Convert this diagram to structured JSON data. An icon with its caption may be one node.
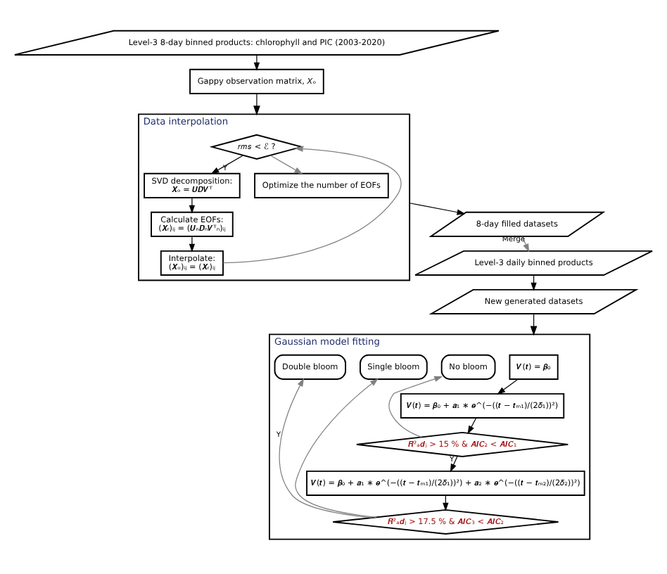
{
  "diagram": {
    "nodes": [
      {
        "text": [
          "Level-3 8-day binned products: chlorophyll and PIC (2003-2020)"
        ]
      },
      {
        "text": [
          "Gappy observation matrix, 𝑋ₒ"
        ]
      },
      {
        "text": [
          "Data interpolation"
        ]
      },
      {
        "text": [
          "𝑟𝑚𝑠 < ℰ ?"
        ],
        "in": 2
      },
      {
        "text": [
          "SVD decomposition:",
          "𝑿ₒ = 𝑼𝑫𝑽ᵀ"
        ],
        "in": 2
      },
      {
        "text": [
          "Calculate EOFs:",
          "(𝑿ᵣ)ᵢⱼ = (𝑼ₙ𝑫ₙ𝑽ᵀₙ)ᵢⱼ"
        ],
        "in": 2
      },
      {
        "text": [
          "Interpolate:",
          "(𝑿ₒ)ᵢⱼ = (𝑿ᵣ)ᵢⱼ"
        ],
        "in": 2
      },
      {
        "text": [
          "Optimize the number of EOFs"
        ],
        "in": 2
      },
      {
        "text": [
          "8-day filled datasets"
        ]
      },
      {
        "text": [
          "Level-3 daily binned products"
        ]
      },
      {
        "text": [
          "New generated datasets"
        ]
      },
      {
        "text": [
          "Gaussian model fitting"
        ]
      },
      {
        "text": [
          "𝑽(𝒕) = 𝜷₀"
        ],
        "in": 11
      },
      {
        "text": [
          "No bloom"
        ],
        "in": 11
      },
      {
        "text": [
          "𝑽(𝒕) = 𝜷₀ + 𝒂₁ ∗ 𝒆^(−((𝒕 − 𝒕ₘ₁)/(2𝛿₁))²)"
        ],
        "in": 11
      },
      {
        "text": [
          "Single bloom"
        ],
        "in": 11
      },
      {
        "text": [
          "𝑹²ₐ𝒅ⱼ > 15 % & 𝑨𝑰𝑪₂ < 𝑨𝑰𝑪₁"
        ],
        "in": 11
      },
      {
        "text": [
          "𝑽(𝒕) = 𝜷₀ + 𝒂₁ ∗ 𝒆^(−((𝒕 − 𝒕ₘ₁)/(2𝛿₁))²) + 𝒂₂ ∗ 𝒆^(−((𝒕 − 𝒕ₘ₂)/(2𝛿₂))²)"
        ],
        "in": 11
      },
      {
        "text": [
          "Double bloom"
        ],
        "in": 11
      },
      {
        "text": [
          "𝑹²ₐ𝒅ⱼ > 17.5 % & 𝑨𝑰𝑪₃ < 𝑨𝑰𝑪₂"
        ],
        "in": 11
      }
    ],
    "edges": [
      {
        "from": 0,
        "to": 1,
        "arrow": "to"
      },
      {
        "from": 1,
        "to": 2,
        "arrow": "to"
      },
      {
        "from": 3,
        "to": 4,
        "arrow": "to",
        "label": "Y"
      },
      {
        "from": 4,
        "to": 5,
        "arrow": "to"
      },
      {
        "from": 5,
        "to": 6,
        "arrow": "to"
      },
      {
        "from": 6,
        "to": 3,
        "arrow": "to",
        "color": "#808080"
      },
      {
        "from": 3,
        "to": 7,
        "arrow": "to",
        "color": "#808080"
      },
      {
        "from": 2,
        "to": 8,
        "arrow": "to"
      },
      {
        "from": 8,
        "to": 9,
        "arrow": "to",
        "label": "Merge",
        "color": "#808080"
      },
      {
        "from": 9,
        "to": 10,
        "arrow": "to"
      },
      {
        "from": 10,
        "to": 11,
        "arrow": "to"
      },
      {
        "from": 12,
        "to": 14,
        "arrow": "to"
      },
      {
        "from": 14,
        "to": 16,
        "arrow": "to"
      },
      {
        "from": 16,
        "to": 17,
        "arrow": "to",
        "label": "Y"
      },
      {
        "from": 16,
        "to": 13,
        "arrow": "to",
        "color": "#808080"
      },
      {
        "from": 17,
        "to": 19,
        "arrow": "to"
      },
      {
        "from": 19,
        "to": 15,
        "arrow": "to",
        "color": "#808080"
      },
      {
        "from": 19,
        "to": 18,
        "arrow": "to",
        "label": "Y",
        "color": "#808080"
      }
    ]
  }
}
